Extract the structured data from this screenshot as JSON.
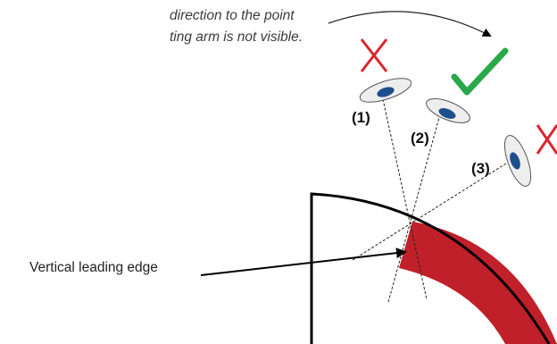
{
  "caption": {
    "line1": "direction to the point",
    "line2": "ting arm is not visible."
  },
  "positions": [
    {
      "label": "(1)",
      "verdict": "incorrect",
      "mark_icon": "cross-icon"
    },
    {
      "label": "(2)",
      "verdict": "correct",
      "mark_icon": "check-icon"
    },
    {
      "label": "(3)",
      "verdict": "incorrect",
      "mark_icon": "cross-icon"
    }
  ],
  "edge_label": "Vertical leading edge",
  "colors": {
    "cross": "#d9262e",
    "check": "#2aa84a",
    "red_band": "#c0202a",
    "eye_iris": "#1f4e8c",
    "eye_fill": "#eeeeee",
    "outline": "#000000"
  }
}
